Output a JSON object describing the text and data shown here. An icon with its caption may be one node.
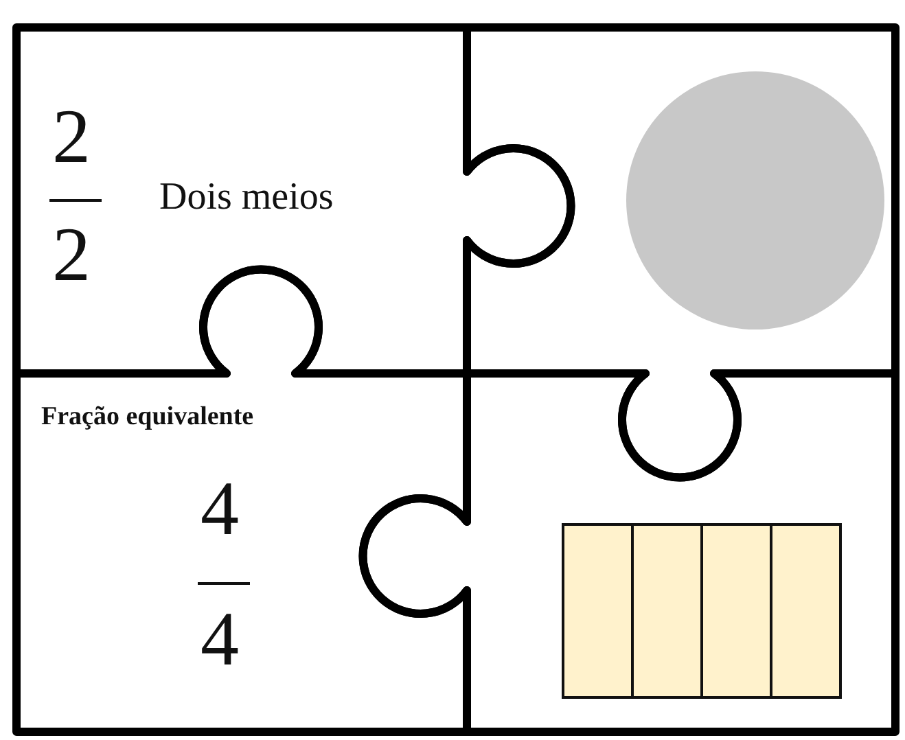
{
  "diagram": {
    "nodes": [
      {
        "text": [
          "2",
          "2",
          "Dois meios"
        ]
      },
      {
        "text": [],
        "shape": "puzzle"
      },
      {
        "text": [
          "Fração equivalente",
          "4",
          "4"
        ]
      },
      {
        "text": [],
        "shape": "puzzle"
      }
    ]
  }
}
